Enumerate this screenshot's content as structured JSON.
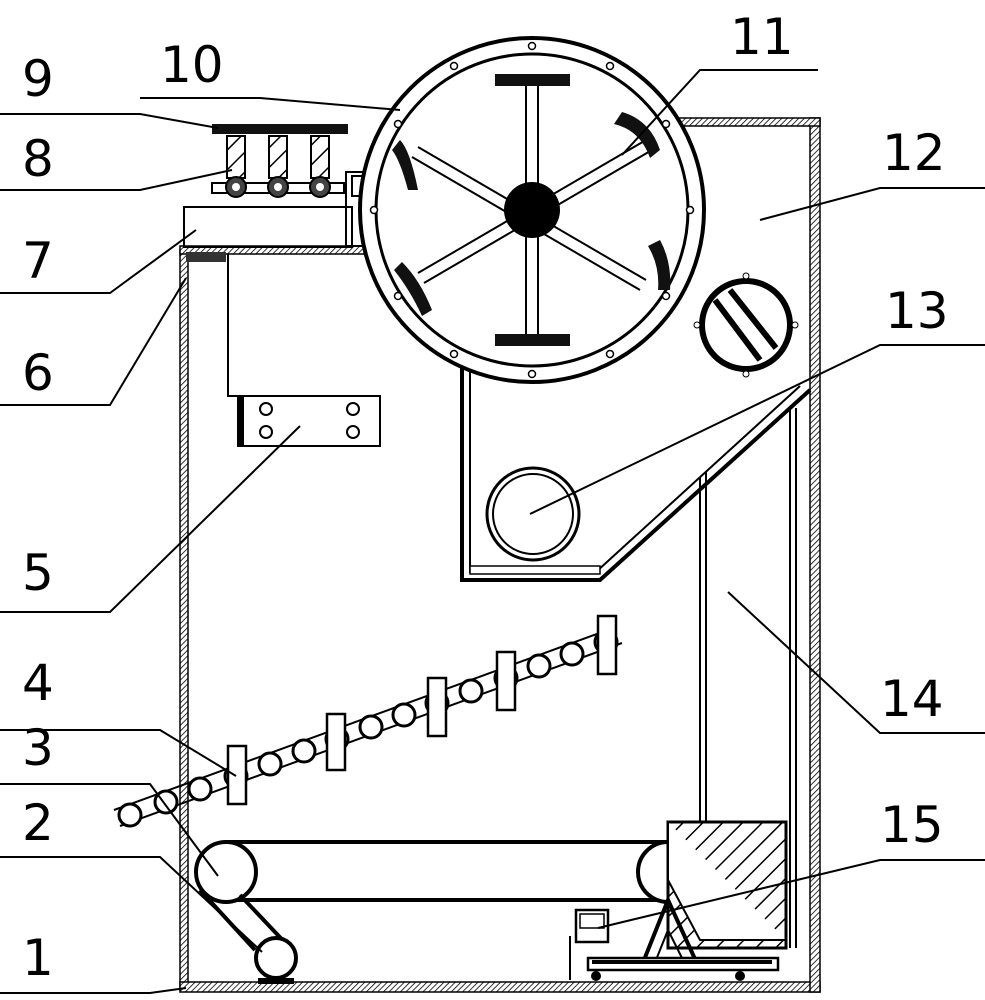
{
  "diagram": {
    "labels": {
      "l1": "1",
      "l2": "2",
      "l3": "3",
      "l4": "4",
      "l5": "5",
      "l6": "6",
      "l7": "7",
      "l8": "8",
      "l9": "9",
      "l10": "10",
      "l11": "11",
      "l12": "12",
      "l13": "13",
      "l14": "14",
      "l15": "15"
    }
  }
}
